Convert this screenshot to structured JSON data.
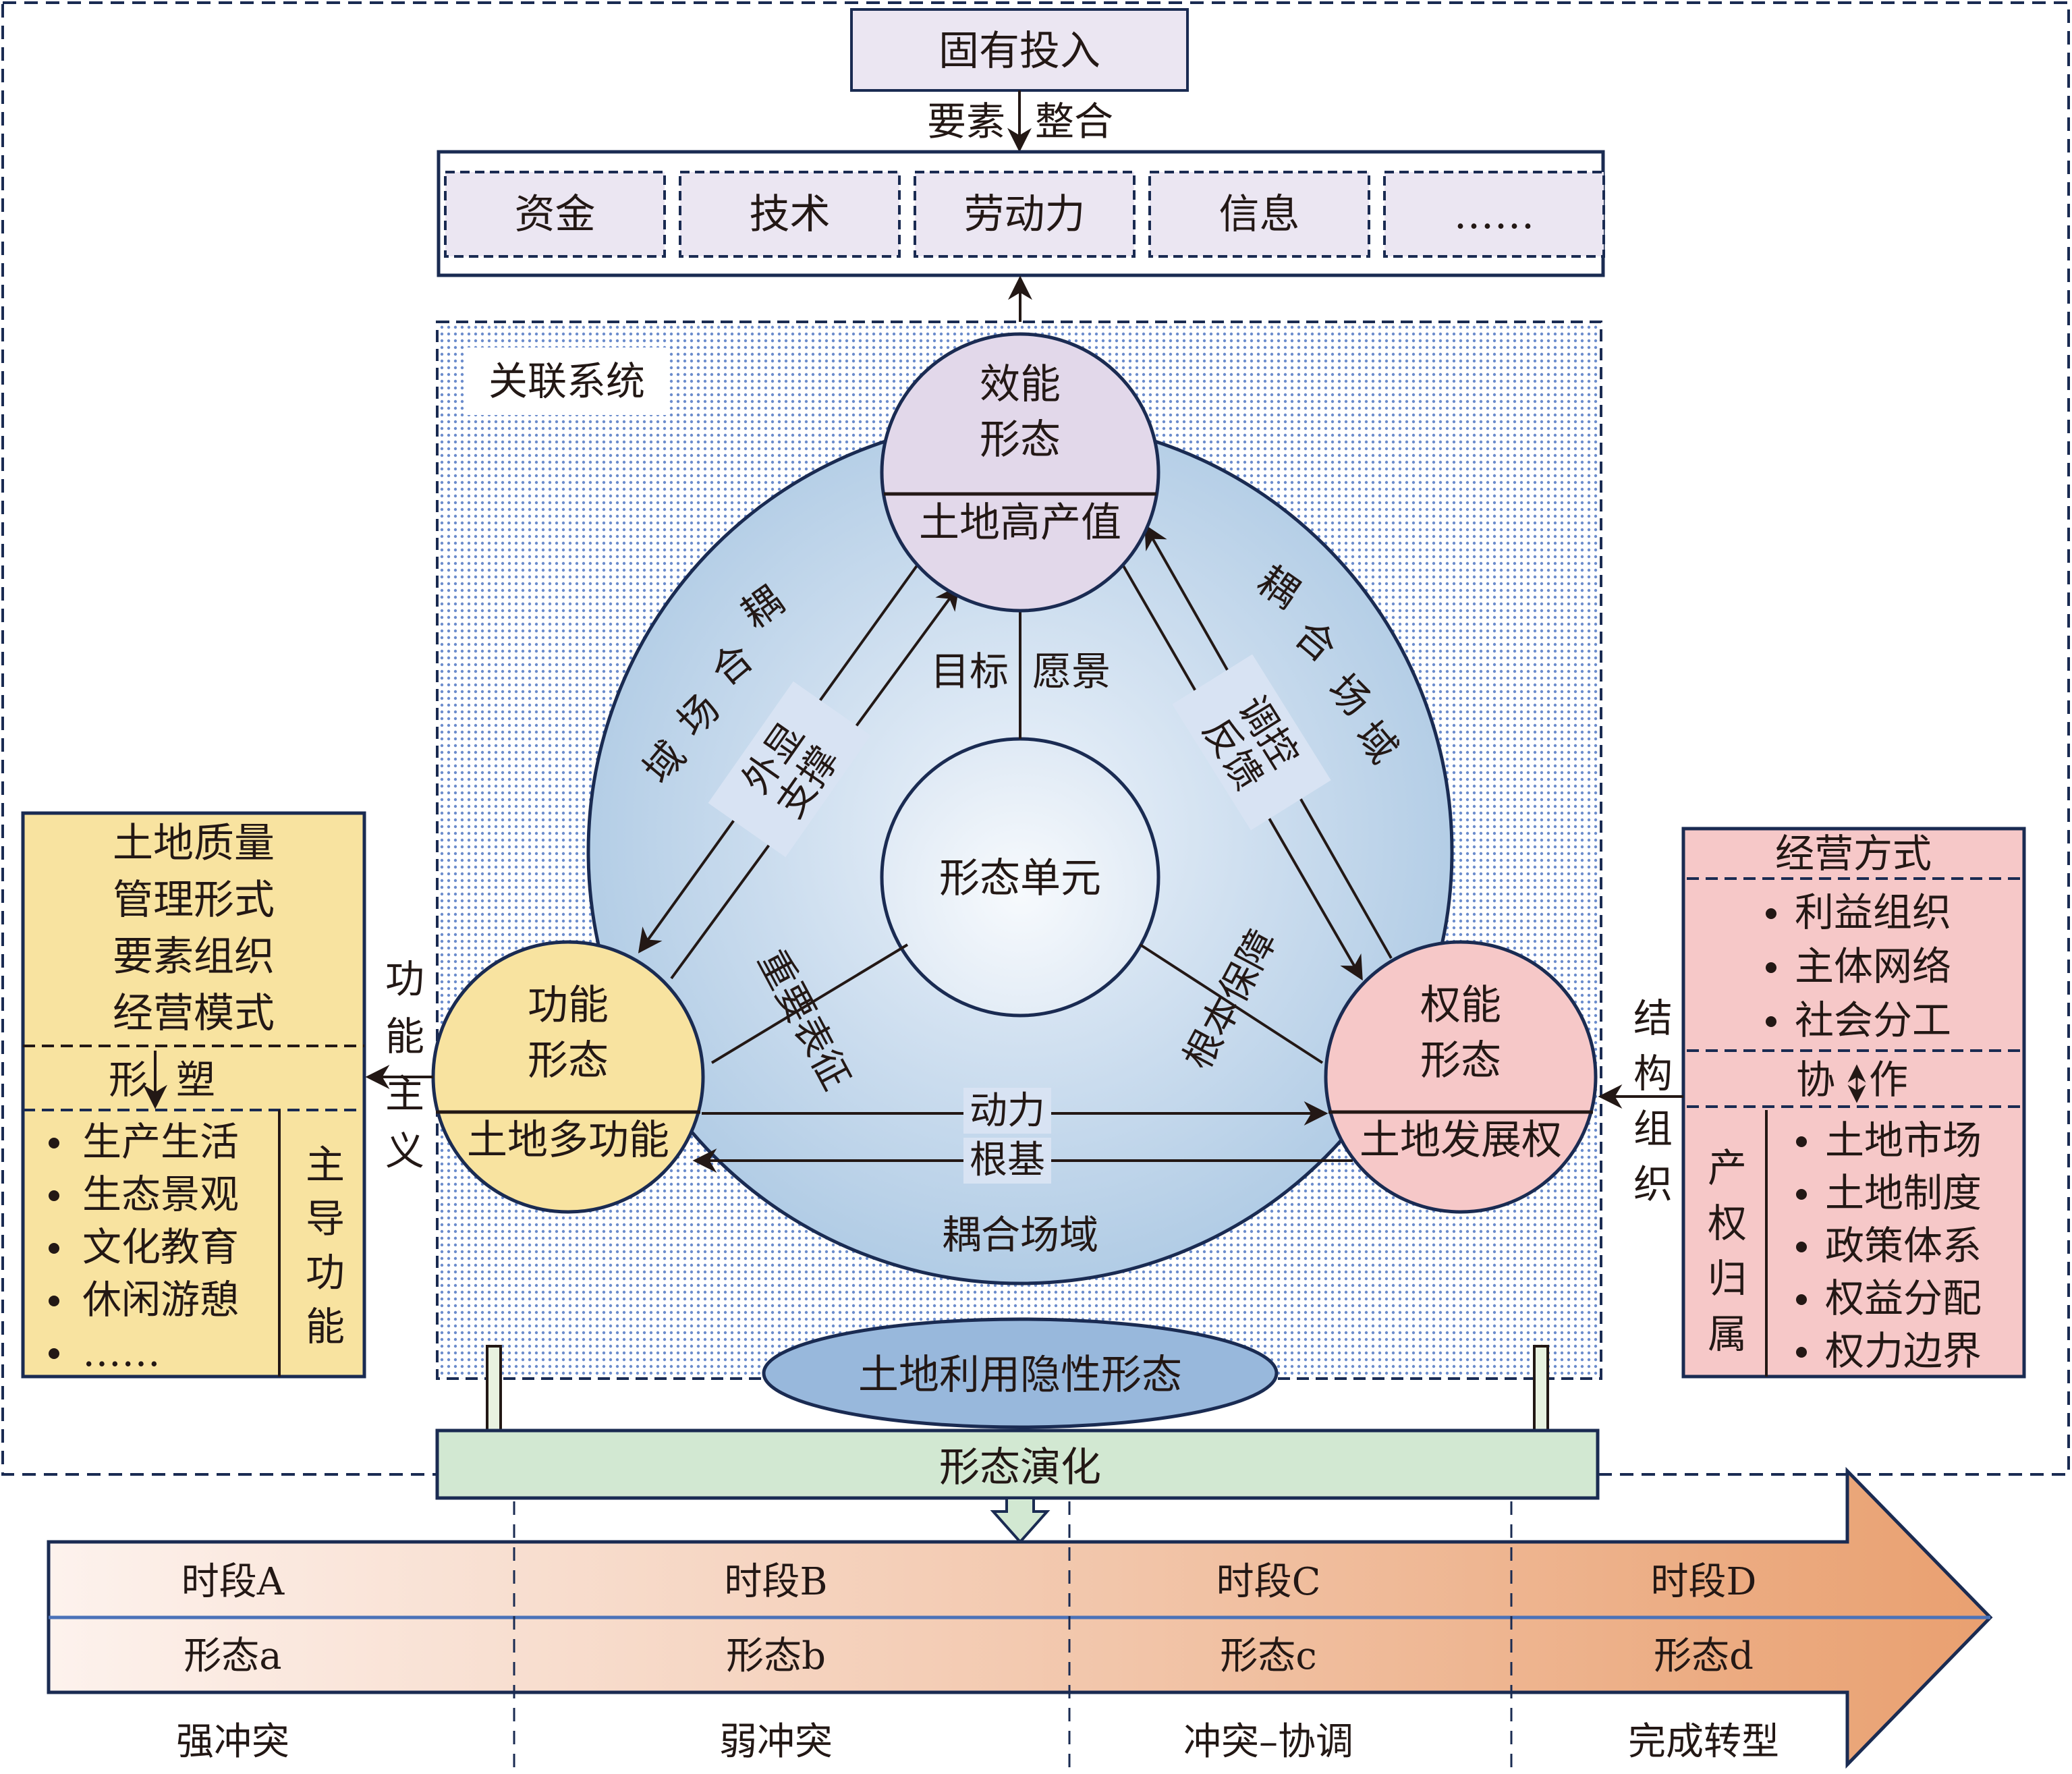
{
  "top_input": {
    "label": "固有投入",
    "arrow_left": "要素",
    "arrow_right": "整合"
  },
  "elements": [
    "资金",
    "技术",
    "劳动力",
    "信息",
    "……"
  ],
  "system": {
    "title": "关联系统",
    "center": "形态单元",
    "top_node": {
      "line1": "效能",
      "line2": "形态",
      "sub": "土地高产值"
    },
    "left_node": {
      "line1": "功能",
      "line2": "形态",
      "sub": "土地多功能"
    },
    "right_node": {
      "line1": "权能",
      "line2": "形态",
      "sub": "土地发展权"
    },
    "links": {
      "top_center_left": "目标",
      "top_center_right": "愿景",
      "left_top_a": "外显",
      "left_top_b": "支撑",
      "top_right_a": "调控",
      "top_right_b": "反馈",
      "left_center": "重要表征",
      "right_center": "根本保障",
      "left_right": "动力",
      "right_left": "根基"
    },
    "field_left": "耦合场域",
    "field_right": "耦合场域",
    "field_bottom": "耦合场域",
    "hidden_form": "土地利用隐性形态"
  },
  "left_panel": {
    "factors": [
      "土地质量",
      "管理形式",
      "要素组织",
      "经营模式"
    ],
    "shape_left": "形",
    "shape_right": "塑",
    "functions": [
      "生产生活",
      "生态景观",
      "文化教育",
      "休闲游憩",
      "……"
    ],
    "side_label": "主导功能",
    "connector_label": "功能主义"
  },
  "right_panel": {
    "title": "经营方式",
    "items_top": [
      "利益组织",
      "主体网络",
      "社会分工"
    ],
    "coop_left": "协",
    "coop_right": "作",
    "side_label": "产权归属",
    "items_bottom": [
      "土地市场",
      "土地制度",
      "政策体系",
      "权益分配",
      "权力边界"
    ],
    "connector_label": "结构组织"
  },
  "evolution": {
    "label": "形态演化"
  },
  "timeline": {
    "periods": [
      "时段A",
      "时段B",
      "时段C",
      "时段D"
    ],
    "forms": [
      "形态a",
      "形态b",
      "形态c",
      "形态d"
    ],
    "states": [
      "强冲突",
      "弱冲突",
      "冲突–协调",
      "完成转型"
    ]
  },
  "colors": {
    "navy": "#1a2b52",
    "lavender": "#e2d8ea",
    "box_lavender": "#ebe6f2",
    "yellow": "#f8e3a0",
    "pink": "#f6c8c8",
    "sky": "#b3cde6",
    "green": "#d2e8d2",
    "ellipse": "#98b8dc",
    "orange_start": "#fdf1ec",
    "orange_end": "#eaa575"
  }
}
